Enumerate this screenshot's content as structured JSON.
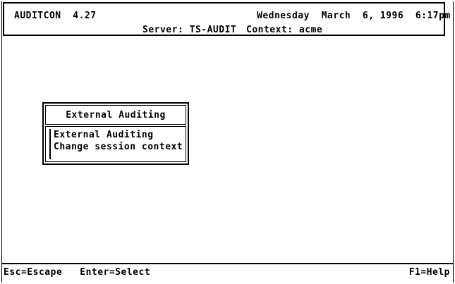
{
  "header": {
    "app_title": "AUDITCON  4.27",
    "datetime": "Wednesday  March  6, 1996  6:17pm",
    "server_line": "Server: TS-AUDIT",
    "context_line": "Context: acme"
  },
  "menu": {
    "title": "External Auditing",
    "items": [
      {
        "label": "External Auditing"
      },
      {
        "label": "Change session context"
      }
    ]
  },
  "status_bar": {
    "left": "Esc=Escape   Enter=Select",
    "right": "F1=Help"
  },
  "colors": {
    "background": "#ffffff",
    "foreground": "#000000"
  }
}
